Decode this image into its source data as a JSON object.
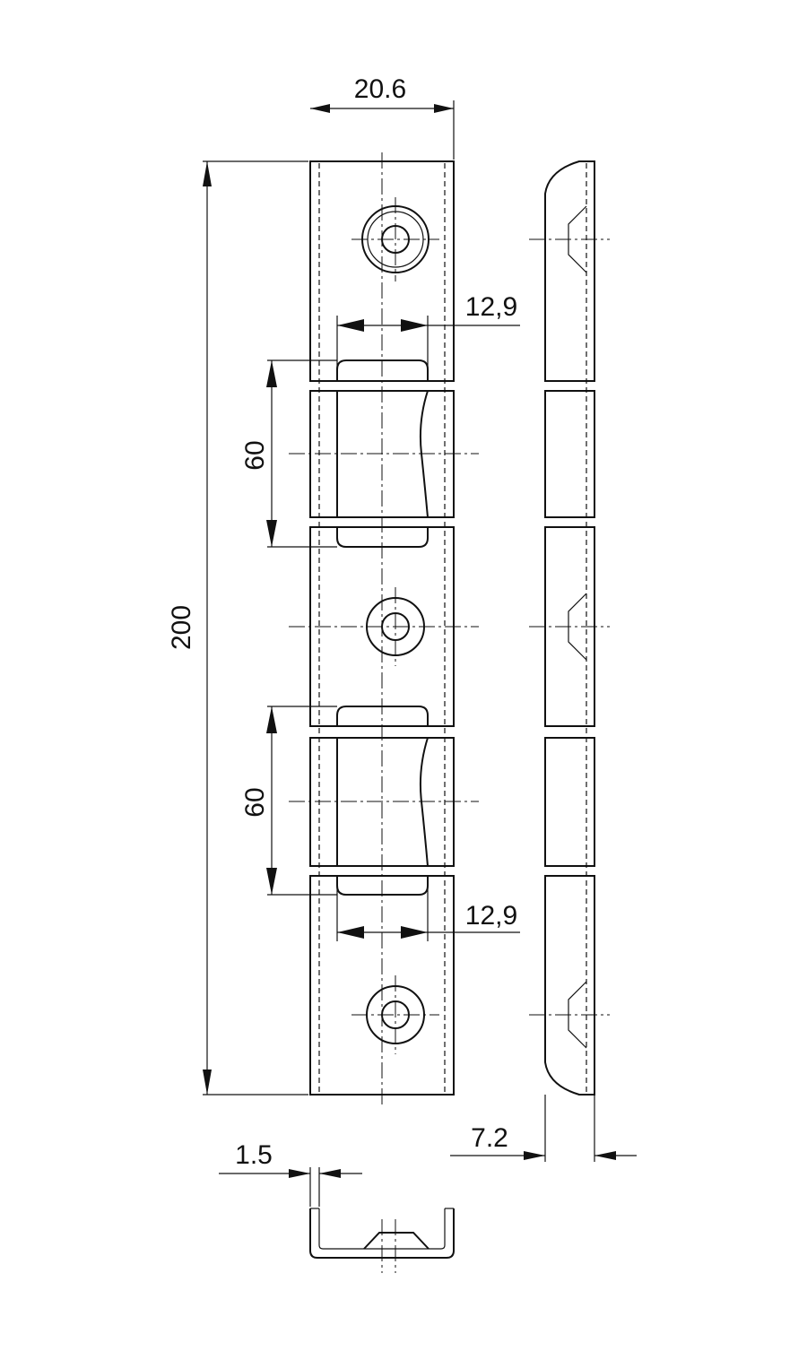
{
  "dimensions": {
    "width_top": "20.6",
    "slot_width_upper": "12,9",
    "slot_spacing_upper": "60",
    "overall_length": "200",
    "slot_spacing_lower": "60",
    "slot_width_lower": "12,9",
    "side_thickness": "7.2",
    "material_thickness": "1.5"
  }
}
